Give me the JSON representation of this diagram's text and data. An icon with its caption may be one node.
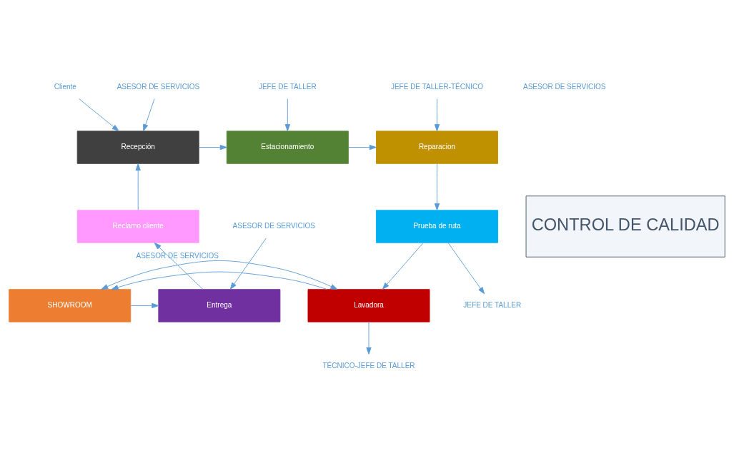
{
  "diagram": {
    "nodes": [
      {
        "text": [
          "Cliente"
        ]
      },
      {
        "text": [
          "ASESOR DE SERVICIOS"
        ]
      },
      {
        "text": [
          "JEFE DE TALLER"
        ]
      },
      {
        "text": [
          "JEFE DE TALLER-TÉCNICO"
        ]
      },
      {
        "text": [
          "Recepción"
        ]
      },
      {
        "text": [
          "Estacionamiento"
        ]
      },
      {
        "text": [
          "Reparacion"
        ]
      },
      {
        "text": [
          "JEFE DE TALLER"
        ]
      },
      {
        "text": [
          "Reclamo cliente"
        ]
      },
      {
        "text": [
          "CONTROL DE CALIDAD"
        ]
      },
      {
        "text": [
          "Prueba de ruta"
        ]
      },
      {
        "text": [
          "TÉCNICO-JEFE DE TALLER"
        ]
      },
      {
        "text": [
          "Entrega"
        ]
      },
      {
        "text": [
          "SHOWROOM"
        ]
      },
      {
        "text": [
          "Lavadora"
        ]
      },
      {
        "text": [
          "ASESOR DE SERVICIOS"
        ]
      }
    ],
    "edges": [
      {
        "from": 0,
        "to": 4,
        "arrow": "to"
      },
      {
        "from": 1,
        "to": 4,
        "arrow": "to"
      },
      {
        "from": 4,
        "to": 5,
        "arrow": "to"
      },
      {
        "from": 2,
        "to": 5,
        "arrow": "to"
      },
      {
        "from": 5,
        "to": 6,
        "arrow": "to"
      },
      {
        "from": 3,
        "to": 6,
        "arrow": "to"
      },
      {
        "from": 6,
        "to": 10,
        "arrow": "to"
      },
      {
        "from": 10,
        "to": 7,
        "arrow": "to"
      },
      {
        "from": 10,
        "to": 14,
        "arrow": "to"
      },
      {
        "from": 14,
        "to": 11,
        "arrow": "to"
      },
      {
        "from": 14,
        "to": 13,
        "arrow": "to"
      },
      {
        "from": 13,
        "to": 12,
        "arrow": "to"
      },
      {
        "from": 15,
        "to": 12,
        "arrow": "to"
      },
      {
        "from": 13,
        "to": 14,
        "arrow": "both",
        "label": "ASESOR DE SERVICIOS"
      },
      {
        "from": 12,
        "to": 8,
        "arrow": "to"
      },
      {
        "from": 8,
        "to": 4,
        "arrow": "to"
      }
    ],
    "labels": [
      "ASESOR DE SERVICIOS"
    ]
  }
}
